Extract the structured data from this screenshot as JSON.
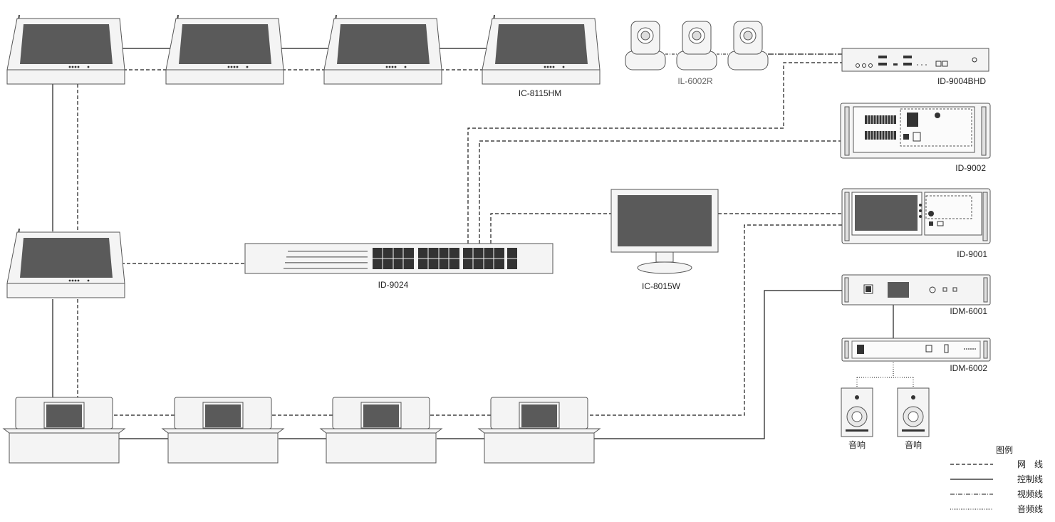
{
  "labels": {
    "ic_8115hm": "IC-8115HM",
    "il_6002r": "IL-6002R",
    "id_9004bhd": "ID-9004BHD",
    "id_9002": "ID-9002",
    "id_9001": "ID-9001",
    "id_9024": "ID-9024",
    "ic_8015w": "IC-8015W",
    "idm_6001": "IDM-6001",
    "idm_6002": "IDM-6002",
    "speaker_left": "音响",
    "speaker_right": "音响"
  },
  "legend": {
    "title": "图例",
    "items": [
      {
        "style": "dashed",
        "label": "网　线"
      },
      {
        "style": "solid",
        "label": "控制线"
      },
      {
        "style": "dashdot",
        "label": "视频线"
      },
      {
        "style": "dotted",
        "label": "音频线"
      }
    ]
  },
  "colors": {
    "line": "#1a1a1a",
    "device_outline": "#555555",
    "device_fill": "#f4f4f4",
    "screen": "#5a5a5a",
    "port": "#3a3a3a"
  },
  "icons": [
    "touch-monitor-icon",
    "ptz-camera-icon",
    "rack-unit-icon",
    "network-switch-icon",
    "display-monitor-icon",
    "speaker-icon",
    "lift-monitor-icon"
  ]
}
